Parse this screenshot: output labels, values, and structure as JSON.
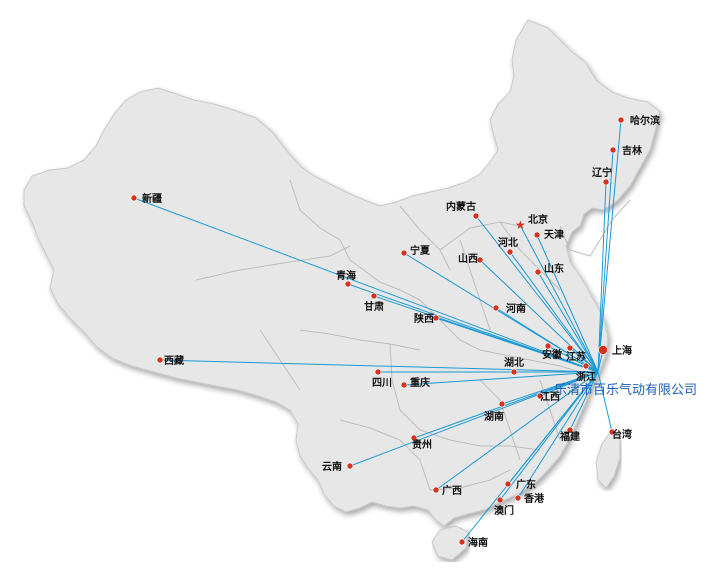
{
  "company": {
    "name": "乐清市百乐气动有限公司"
  },
  "colors": {
    "route": "#1a9ad6",
    "city_dot": "#d8321e",
    "land": "#e7e7e8",
    "border": "#bdbdbf",
    "company_text": "#1d5fb8"
  },
  "hub": "乐清",
  "cities": [
    {
      "name": "哈尔滨"
    },
    {
      "name": "吉林"
    },
    {
      "name": "辽宁"
    },
    {
      "name": "北京"
    },
    {
      "name": "天津"
    },
    {
      "name": "内蒙古"
    },
    {
      "name": "河北"
    },
    {
      "name": "山西"
    },
    {
      "name": "山东"
    },
    {
      "name": "宁夏"
    },
    {
      "name": "新疆"
    },
    {
      "name": "青海"
    },
    {
      "name": "甘肃"
    },
    {
      "name": "陕西"
    },
    {
      "name": "河南"
    },
    {
      "name": "西藏"
    },
    {
      "name": "安徽"
    },
    {
      "name": "江苏"
    },
    {
      "name": "上海"
    },
    {
      "name": "湖北"
    },
    {
      "name": "浙江"
    },
    {
      "name": "四川"
    },
    {
      "name": "重庆"
    },
    {
      "name": "江西"
    },
    {
      "name": "湖南"
    },
    {
      "name": "福建"
    },
    {
      "name": "台湾"
    },
    {
      "name": "贵州"
    },
    {
      "name": "云南"
    },
    {
      "name": "广西"
    },
    {
      "name": "广东"
    },
    {
      "name": "香港"
    },
    {
      "name": "澳门"
    },
    {
      "name": "海南"
    }
  ]
}
